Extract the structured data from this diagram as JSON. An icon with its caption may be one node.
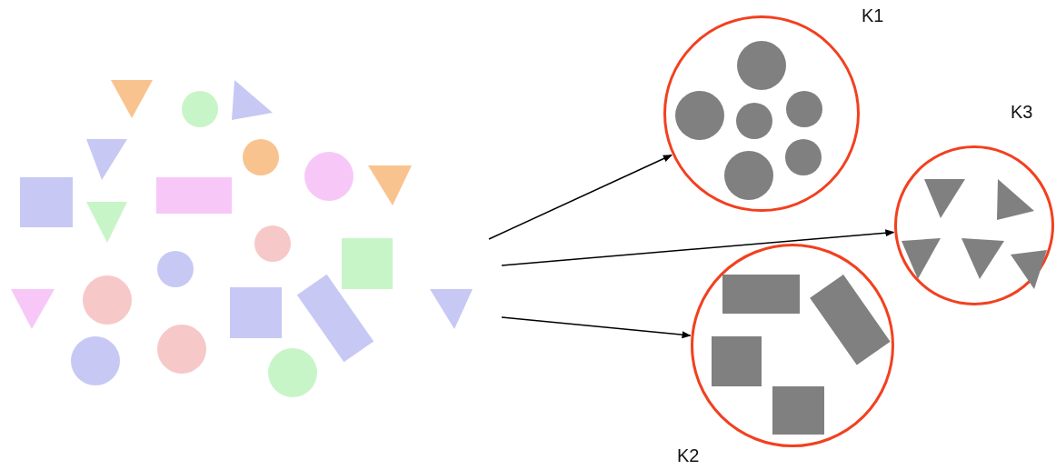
{
  "diagram": {
    "nodes": [
      {
        "text": [
          "K1"
        ]
      },
      {
        "text": [
          "K3"
        ]
      },
      {
        "text": [
          "K2"
        ]
      }
    ],
    "edges": [
      {
        "from": null,
        "to": 0,
        "arrow": "to"
      },
      {
        "from": null,
        "to": 1,
        "arrow": "to"
      },
      {
        "from": null,
        "to": 2,
        "arrow": "to"
      }
    ]
  }
}
